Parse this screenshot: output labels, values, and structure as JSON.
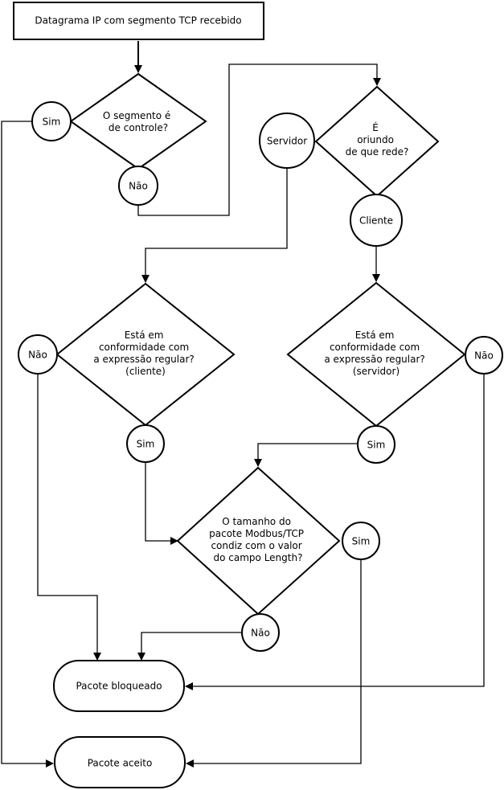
{
  "nodes": {
    "start": "Datagrama IP com segmento TCP recebido",
    "d1": [
      "O segmento é",
      "de controle?"
    ],
    "d1_yes": "Sim",
    "d1_no": "Não",
    "d2": [
      "É",
      "oriundo",
      "de que rede?"
    ],
    "d2_server": "Servidor",
    "d2_client": "Cliente",
    "d3": [
      "Está em",
      "conformidade com",
      "a expressão regular?",
      "(cliente)"
    ],
    "d3_no": "Não",
    "d3_yes": "Sim",
    "d4": [
      "Está em",
      "conformidade com",
      "a expressão regular?",
      "(servidor)"
    ],
    "d4_no": "Não",
    "d4_yes": "Sim",
    "d5": [
      "O tamanho do",
      "pacote Modbus/TCP",
      "condiz com o valor",
      "do campo Length?"
    ],
    "d5_yes": "Sim",
    "d5_no": "Não",
    "blocked": "Pacote bloqueado",
    "accepted": "Pacote aceito"
  }
}
